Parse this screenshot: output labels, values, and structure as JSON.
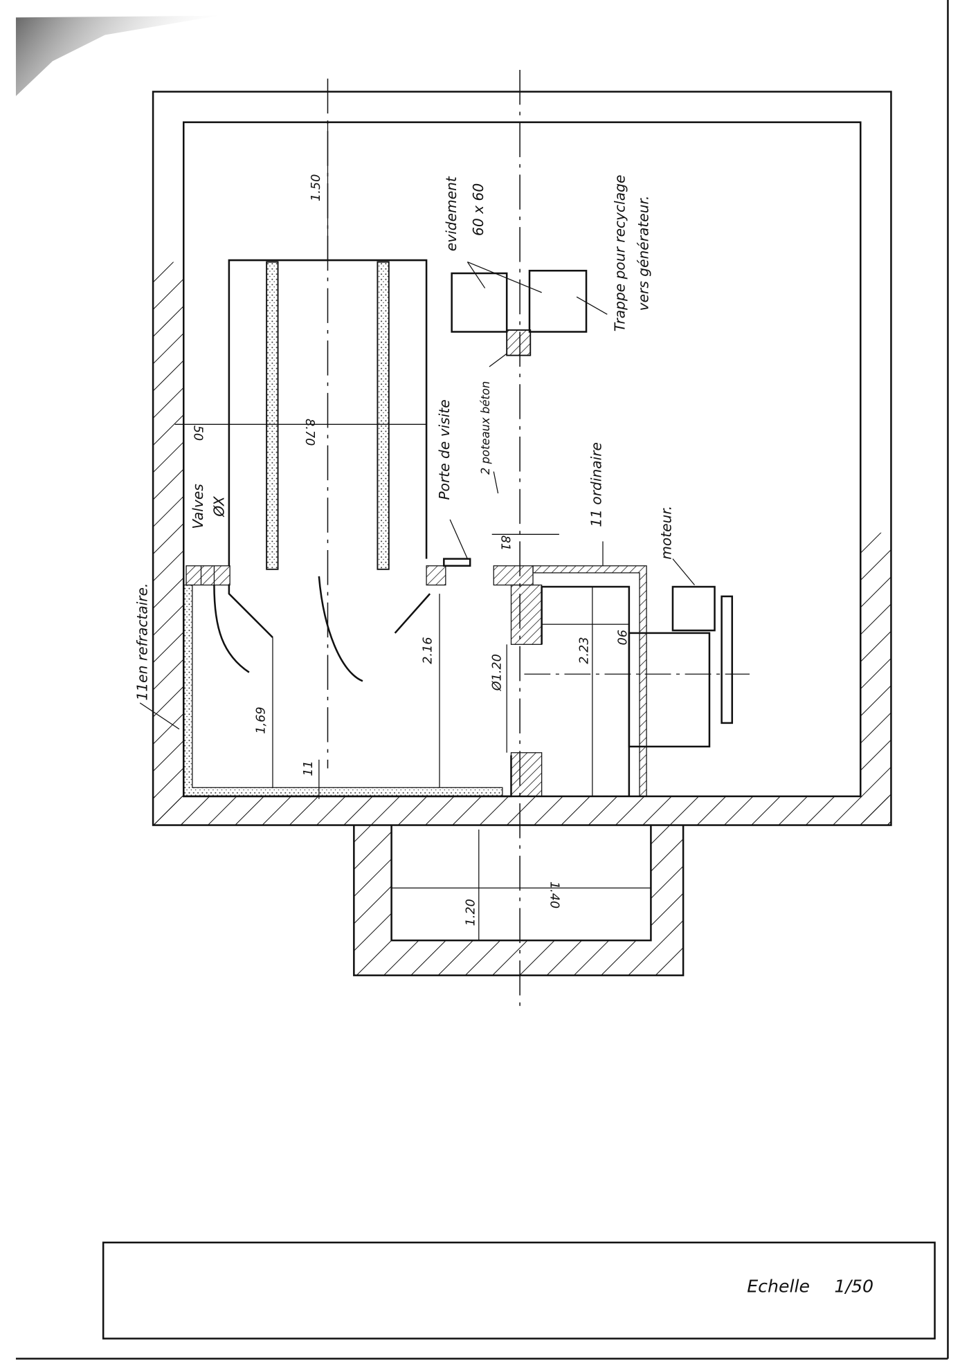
{
  "drawing": {
    "labels": {
      "height_top": "1.50",
      "width_main": "8.70",
      "wall_gap": "50",
      "evidement": "evidement",
      "evidement_size": "60 x 60",
      "trappe_line1": "Trappe pour recyclage",
      "trappe_line2": "vers générateur.",
      "poteaux": "2 poteaux béton",
      "porte": "Porte de visite",
      "ordinaire": "11 ordinaire",
      "moteur": "moteur.",
      "valves": "Valves",
      "valves_dia": "ØX",
      "refractaire": "11en refractaire.",
      "dim_169": "1,69",
      "dim_216": "2.16",
      "dim_d120": "Ø1.20",
      "dim_223": "2.23",
      "dim_11": "11",
      "dim_90": "90",
      "dim_81": "81",
      "pit_depth": "1.20",
      "pit_width": "1.40"
    }
  },
  "title_block": {
    "scale_label": "Echelle",
    "scale_value": "1/50"
  }
}
